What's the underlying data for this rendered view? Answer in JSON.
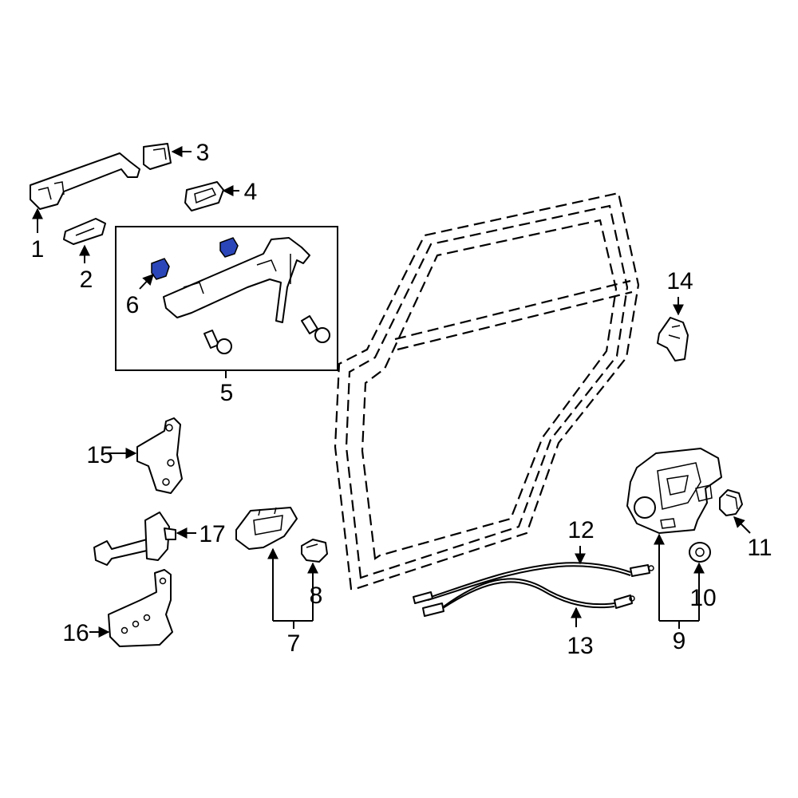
{
  "accent_color": "#2b46b8",
  "callouts": {
    "c1": "1",
    "c2": "2",
    "c3": "3",
    "c4": "4",
    "c5": "5",
    "c6": "6",
    "c7": "7",
    "c8": "8",
    "c9": "9",
    "c10": "10",
    "c11": "11",
    "c12": "12",
    "c13": "13",
    "c14": "14",
    "c15": "15",
    "c16": "16",
    "c17": "17"
  }
}
